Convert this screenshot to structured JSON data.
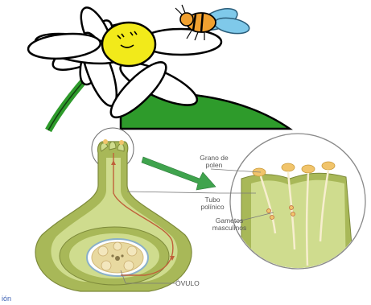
{
  "labels": {
    "grano_de_polen": [
      "Grano de",
      "polen"
    ],
    "tubo_polinico": [
      "Tubo",
      "polínico"
    ],
    "gametos_masculinos": [
      "Gametos",
      "masculinos"
    ],
    "ovulo": "ÓVULO"
  },
  "caption": "ión",
  "colors": {
    "petal_outline": "#000000",
    "flower_center": "#f2ea1a",
    "stem_green": "#2e9b2b",
    "bee_body": "#f0a030",
    "bee_wing": "#7fc9ea",
    "pistil_dark": "#a8b858",
    "pistil_light": "#cfdc8e",
    "ovary_cavity": "#e8d9a0",
    "tube_line": "#c0603a",
    "arrow_green": "#3fa34d",
    "pollen": "#f1c46b"
  },
  "icons": [
    "daisy-flower-icon",
    "bee-icon",
    "zoom-arrow-icon"
  ]
}
